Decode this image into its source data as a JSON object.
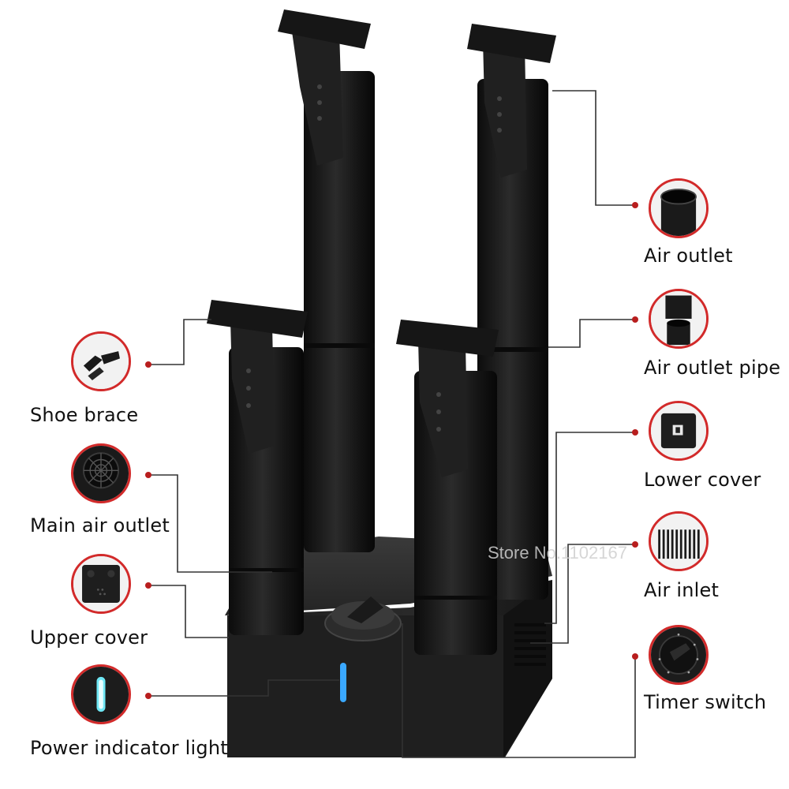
{
  "labels": {
    "air_outlet": "Air outlet",
    "air_outlet_pipe": "Air outlet pipe",
    "lower_cover": "Lower cover",
    "air_inlet": "Air inlet",
    "timer_switch": "Timer switch",
    "shoe_brace": "Shoe brace",
    "main_air_outlet": "Main air outlet",
    "upper_cover": "Upper cover",
    "power_indicator_light": "Power indicator light"
  },
  "watermark": "Store No.1102167",
  "colors": {
    "accent": "#d22a2a",
    "product": "#1b1b1b",
    "indicator": "#3aa8ff",
    "leader_line": "#333333"
  }
}
